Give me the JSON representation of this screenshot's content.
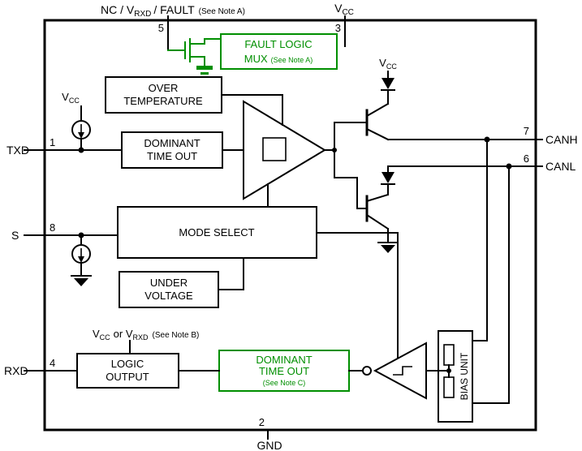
{
  "colors": {
    "wire": "#000000",
    "accent_green": "#008F00",
    "background": "#FFFFFF"
  },
  "pins": {
    "p5": {
      "num": "5",
      "label_pre": "NC / V",
      "label_sub": "RXD",
      "label_post": "/ FAULT",
      "note": "(See Note A)"
    },
    "p3": {
      "num": "3"
    },
    "p1": {
      "num": "1",
      "label": "TXD"
    },
    "p8": {
      "num": "8",
      "label": "S"
    },
    "p4": {
      "num": "4",
      "label": "RXD"
    },
    "p7": {
      "num": "7",
      "label": "CANH"
    },
    "p6": {
      "num": "6",
      "label": "CANL"
    },
    "p2": {
      "num": "2",
      "label": "GND"
    }
  },
  "labels": {
    "vcc": {
      "base": "V",
      "sub": "CC"
    },
    "logic_supply": {
      "part1": "V",
      "sub1": "CC",
      "part2": "or V",
      "sub2": "RXD",
      "note": "(See Note B)"
    }
  },
  "blocks": {
    "fault_logic_mux": {
      "line1": "FAULT LOGIC",
      "line2": "MUX",
      "note": "(See Note A)"
    },
    "over_temperature": {
      "line1": "OVER",
      "line2": "TEMPERATURE"
    },
    "dominant_time_out_tx": {
      "line1": "DOMINANT",
      "line2": "TIME OUT"
    },
    "mode_select": {
      "line1": "MODE SELECT"
    },
    "under_voltage": {
      "line1": "UNDER",
      "line2": "VOLTAGE"
    },
    "logic_output": {
      "line1": "LOGIC",
      "line2": "OUTPUT"
    },
    "dominant_time_out_rx": {
      "line1": "DOMINANT",
      "line2": "TIME OUT",
      "note": "(See Note C)"
    },
    "bias_unit": {
      "label": "BIAS UNIT"
    }
  }
}
